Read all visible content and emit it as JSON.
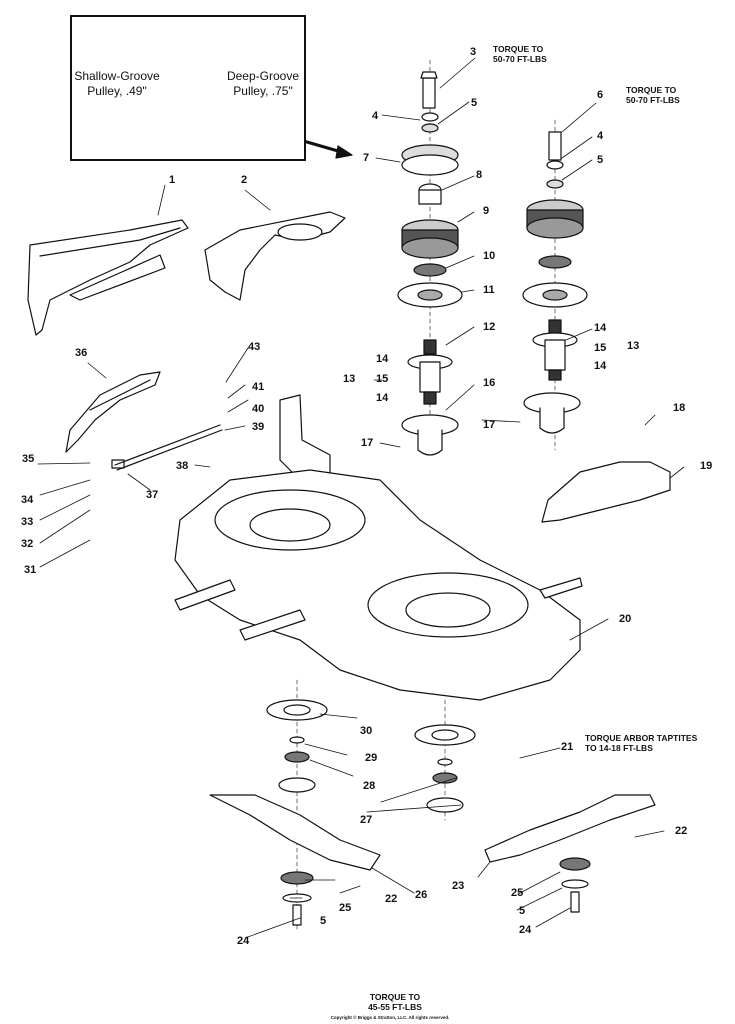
{
  "inset": {
    "left_label_line1": "Shallow-Groove",
    "left_label_line2": "Pulley, .49\"",
    "right_label_line1": "Deep-Groove",
    "right_label_line2": "Pulley, .75\""
  },
  "torque_notes": {
    "left_spindle_line1": "TORQUE TO",
    "left_spindle_line2": "50-70 FT-LBS",
    "right_spindle_line1": "TORQUE TO",
    "right_spindle_line2": "50-70 FT-LBS",
    "arbor_line1": "TORQUE ARBOR TAPTITES",
    "arbor_line2": "TO 14-18 FT-LBS",
    "blade_line1": "TORQUE TO",
    "blade_line2": "45-55 FT-LBS"
  },
  "copyright": "Copyright © Briggs & Stratton, LLC. All rights reserved.",
  "callouts": {
    "c1": "1",
    "c2": "2",
    "c3": "3",
    "c4a": "4",
    "c4b": "4",
    "c5a": "5",
    "c5b": "5",
    "c5c": "5",
    "c5d": "5",
    "c6": "6",
    "c7": "7",
    "c8": "8",
    "c9": "9",
    "c10": "10",
    "c11": "11",
    "c12": "12",
    "c13a": "13",
    "c13b": "13",
    "c14a": "14",
    "c14b": "14",
    "c14c": "14",
    "c14d": "14",
    "c15a": "15",
    "c15b": "15",
    "c16": "16",
    "c17a": "17",
    "c17b": "17",
    "c18": "18",
    "c19": "19",
    "c20": "20",
    "c21": "21",
    "c22a": "22",
    "c22b": "22",
    "c23": "23",
    "c24a": "24",
    "c24b": "24",
    "c25a": "25",
    "c25b": "25",
    "c26": "26",
    "c27": "27",
    "c28": "28",
    "c29": "29",
    "c30": "30",
    "c31": "31",
    "c32": "32",
    "c33": "33",
    "c34": "34",
    "c35": "35",
    "c36": "36",
    "c37": "37",
    "c38": "38",
    "c39": "39",
    "c40": "40",
    "c41": "41",
    "c43": "43"
  }
}
